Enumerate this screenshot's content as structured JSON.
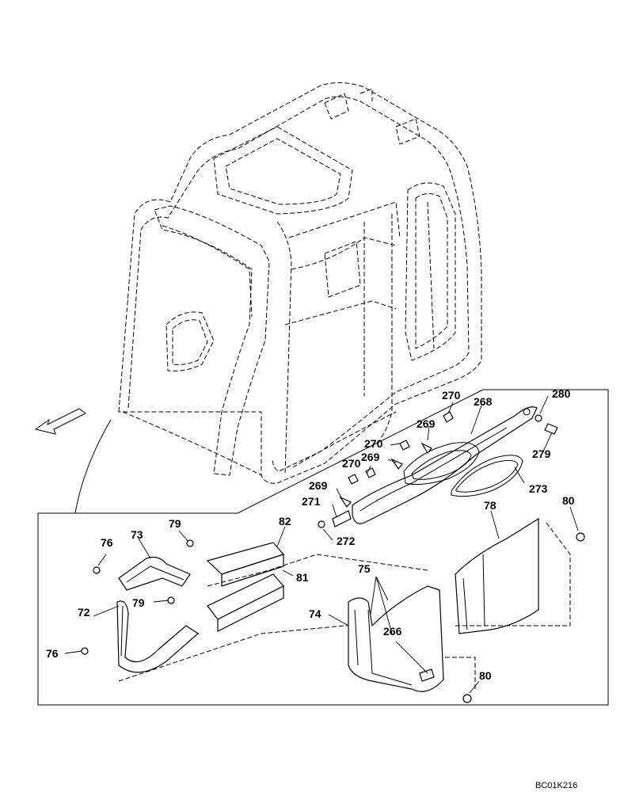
{
  "drawing_code": "BC01K216",
  "callouts": {
    "c268": "268",
    "c270a": "270",
    "c270b": "270",
    "c270c": "270",
    "c269a": "269",
    "c269b": "269",
    "c269c": "269",
    "c280": "280",
    "c279": "279",
    "c273": "273",
    "c271": "271",
    "c272": "272",
    "c80a": "80",
    "c80b": "80",
    "c78": "78",
    "c82": "82",
    "c81": "81",
    "c79a": "79",
    "c79b": "79",
    "c73": "73",
    "c76a": "76",
    "c76b": "76",
    "c72": "72",
    "c75": "75",
    "c74": "74",
    "c266": "266"
  }
}
